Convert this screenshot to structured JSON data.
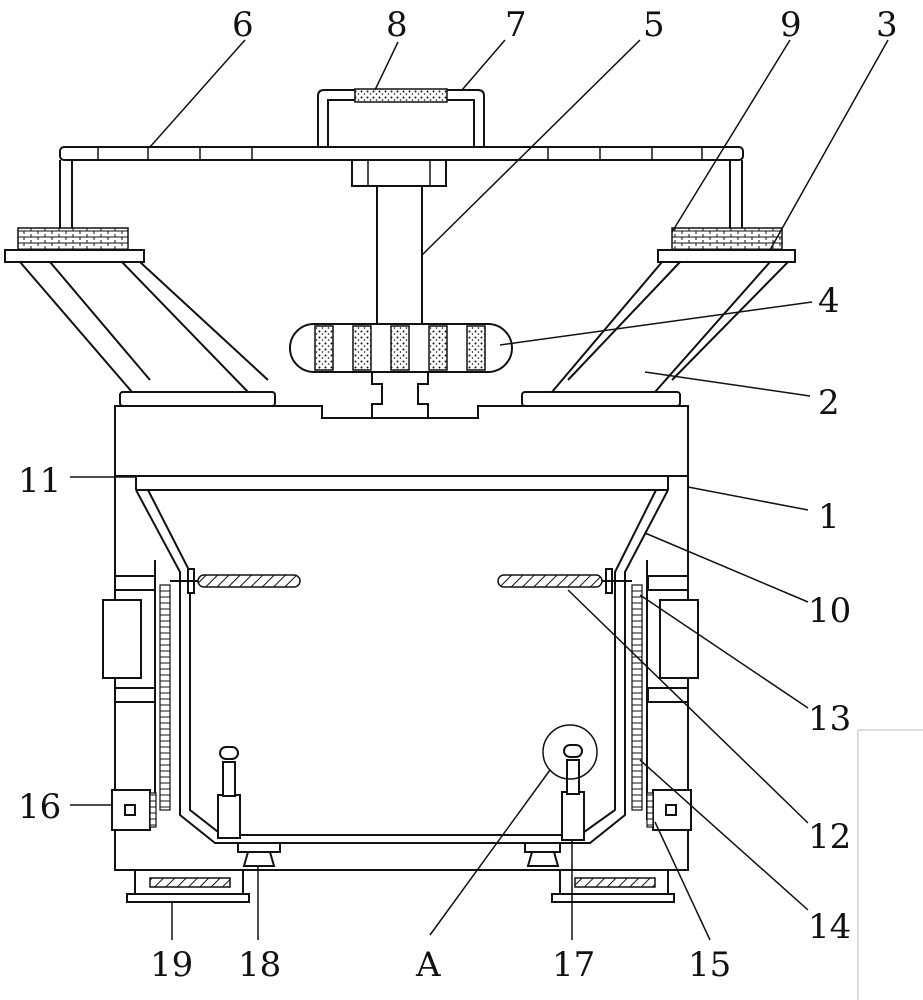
{
  "labels": {
    "l1": "1",
    "l2": "2",
    "l3": "3",
    "l4": "4",
    "l5": "5",
    "l6": "6",
    "l7": "7",
    "l8": "8",
    "l9": "9",
    "l10": "10",
    "l11": "11",
    "l12": "12",
    "l13": "13",
    "l14": "14",
    "l15": "15",
    "l16": "16",
    "l17": "17",
    "l18": "18",
    "l19": "19",
    "lA": "A"
  }
}
